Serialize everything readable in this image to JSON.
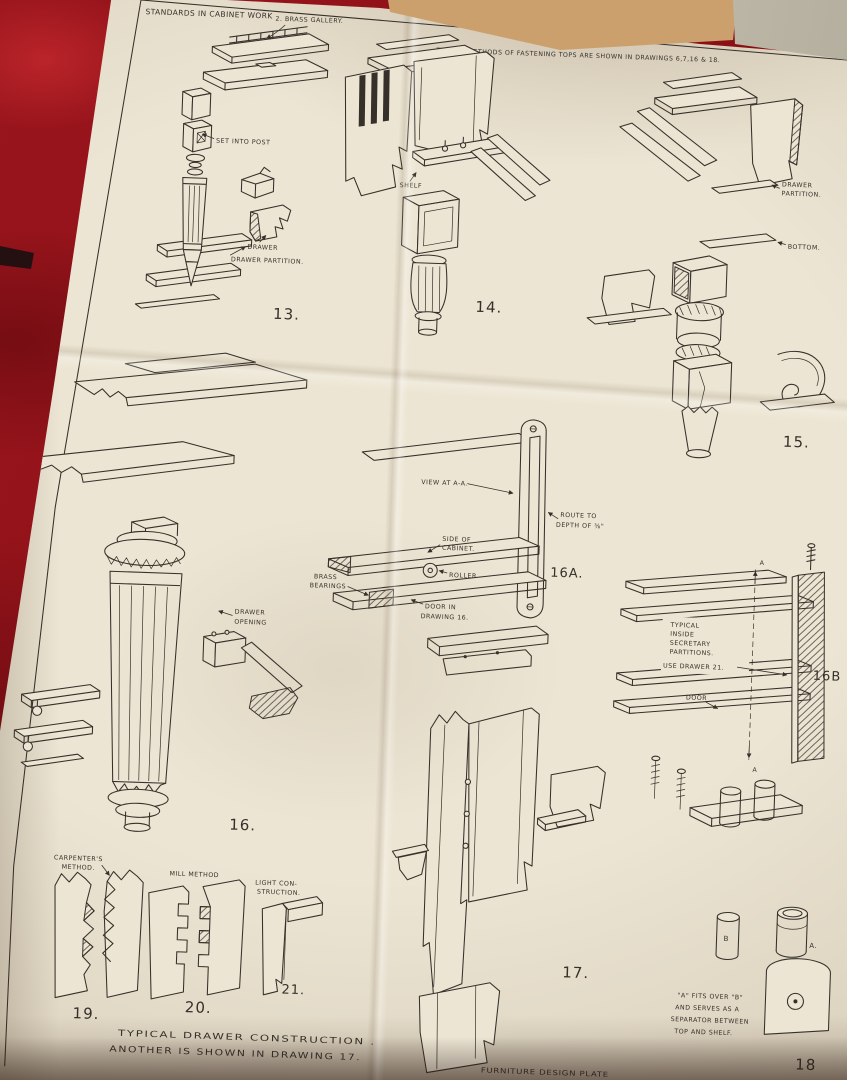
{
  "scene": {
    "background_color": "#9a151d",
    "paper_color": "#ece5d3",
    "ink_color": "#35302a",
    "cardboard_color": "#b6895a"
  },
  "header": {
    "title": "STANDARDS IN CABINET WORK",
    "gallery_label": "2. BRASS GALLERY.",
    "note": "TYPICAL METHODS OF FASTENING TOPS ARE SHOWN IN DRAWINGS 6,7,16 & 18."
  },
  "figures": {
    "fig13": {
      "number": "13.",
      "set_into_post": "SET INTO POST",
      "drawer": "DRAWER",
      "drawer_partition": "DRAWER PARTITION."
    },
    "fig14": {
      "number": "14.",
      "shelf": "SHELF"
    },
    "fig15": {
      "number": "15.",
      "drawer_line1": "DRAWER",
      "drawer_line2": "PARTITION.",
      "bottom": "BOTTOM."
    },
    "fig16": {
      "number": "16.",
      "opening_line1": "DRAWER",
      "opening_line2": "OPENING"
    },
    "fig16a": {
      "number": "16A.",
      "view": "VIEW AT A-A.",
      "side_line1": "SIDE OF",
      "side_line2": "CABINET.",
      "roller": "ROLLER",
      "brass_line1": "BRASS",
      "brass_line2": "BEARINGS",
      "door_line1": "DOOR IN",
      "door_line2": "DRAWING 16.",
      "route_line1": "ROUTE TO",
      "route_line2": "DEPTH OF ⅜\""
    },
    "fig16b": {
      "number": "16B",
      "line1": "TYPICAL",
      "line2": "INSIDE",
      "line3": "SECRETARY",
      "line4": "PARTITIONS.",
      "use_drawer": "USE DRAWER 21.",
      "door": "DOOR",
      "a_top": "A",
      "a_bottom": "A"
    },
    "fig17": {
      "number": "17."
    },
    "fig18": {
      "number": "18",
      "mark_b": "B",
      "mark_a": "A.",
      "cap_line1": "\"A\" FITS OVER \"B\"",
      "cap_line2": "AND SERVES AS A",
      "cap_line3": "SEPARATOR BETWEEN",
      "cap_line4": "TOP AND SHELF."
    },
    "fig19": {
      "number": "19.",
      "label_line1": "CARPENTER'S",
      "label_line2": "METHOD."
    },
    "fig20": {
      "number": "20.",
      "label": "MILL METHOD"
    },
    "fig21": {
      "number": "21.",
      "label_line1": "LIGHT CON-",
      "label_line2": "STRUCTION."
    }
  },
  "footer": {
    "caption_line1": "TYPICAL DRAWER CONSTRUCTION .",
    "caption_line2": "ANOTHER IS SHOWN IN DRAWING 17.",
    "plate_title": "FURNITURE DESIGN PLATE"
  }
}
